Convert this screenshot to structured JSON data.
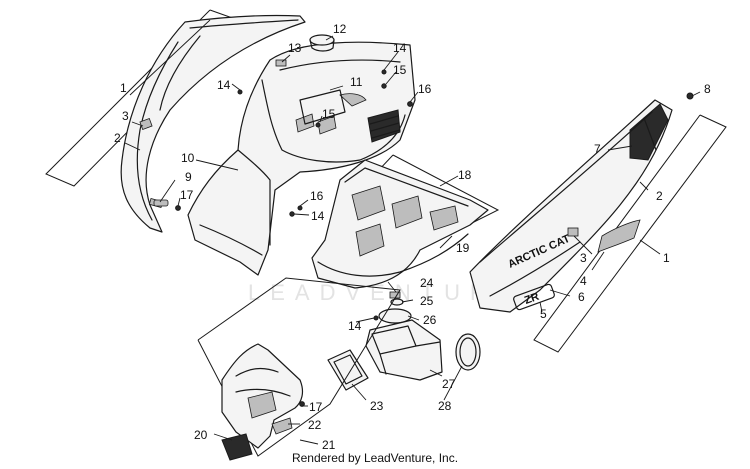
{
  "watermark": "LEADVENTURE",
  "credit": "Rendered by LeadVenture, Inc.",
  "decals": {
    "brand": "ARCTIC CAT",
    "model": "ZR"
  },
  "colors": {
    "line": "#1a1a1a",
    "watermark": "#e3e3e3",
    "background": "#ffffff"
  },
  "callouts": [
    "1",
    "2",
    "3",
    "4",
    "5",
    "6",
    "7",
    "8",
    "9",
    "10",
    "11",
    "12",
    "13",
    "14",
    "15",
    "16",
    "17",
    "18",
    "19",
    "20",
    "21",
    "22",
    "23",
    "24",
    "25",
    "26",
    "27",
    "28"
  ],
  "labels": {
    "l1a": "1",
    "l2a": "2",
    "l3a": "3",
    "l9": "9",
    "l17a": "17",
    "l10": "10",
    "l13": "13",
    "l12": "12",
    "l14a": "14",
    "l15a": "15",
    "l11": "11",
    "l16a": "16",
    "l15b": "15",
    "l14b": "14",
    "l16b": "16",
    "l14c": "14",
    "l18": "18",
    "l19": "19",
    "l24": "24",
    "l25": "25",
    "l14d": "14",
    "l26": "26",
    "l27": "27",
    "l28": "28",
    "l23": "23",
    "l17b": "17",
    "l22": "22",
    "l20": "20",
    "l21": "21",
    "l8": "8",
    "l7": "7",
    "l2b": "2",
    "l3b": "3",
    "l4": "4",
    "l1b": "1",
    "l6": "6",
    "l5": "5"
  }
}
